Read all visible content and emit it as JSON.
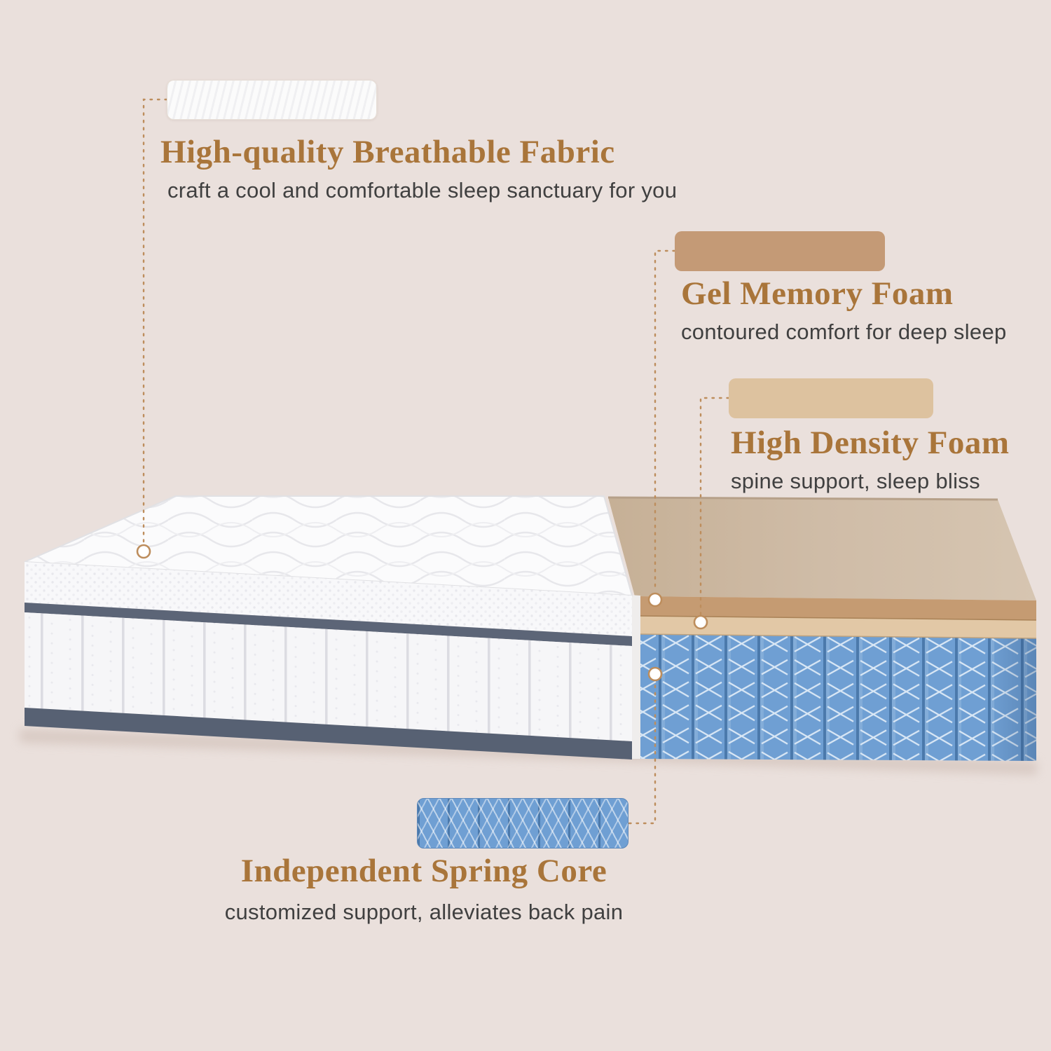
{
  "page": {
    "description": "Mattress construction layers infographic",
    "background_color": "#eae0dc"
  },
  "features": [
    {
      "name": "breathable-fabric",
      "title": "High-quality Breathable Fabric",
      "subtitle": "craft a cool and comfortable sleep sanctuary for you",
      "swatch": "white-fabric-texture"
    },
    {
      "name": "gel-memory-foam",
      "title": "Gel Memory Foam",
      "subtitle": "contoured comfort for deep sleep",
      "swatch_color": "#c49a76"
    },
    {
      "name": "high-density-foam",
      "title": "High Density Foam",
      "subtitle": "spine support, sleep bliss",
      "swatch_color": "#ddc29f"
    },
    {
      "name": "independent-spring-core",
      "title": "Independent Spring Core",
      "subtitle": "customized support, alleviates back pain",
      "swatch": "blue-spring-texture"
    }
  ],
  "colors": {
    "heading_text": "#a9753a",
    "subtitle_text": "#404040",
    "connector_line": "#bd8d5c",
    "mattress_trim_navy": "#5c6577",
    "spring_blue": "#6f9fd3",
    "spring_blue_dark": "#4b79ab",
    "gel_foam_tan": "#c59b72",
    "high_density_tan": "#e2c8a6",
    "top_foam_surface": "#cfbca7",
    "quilted_fabric_white": "#fbfbfc"
  }
}
